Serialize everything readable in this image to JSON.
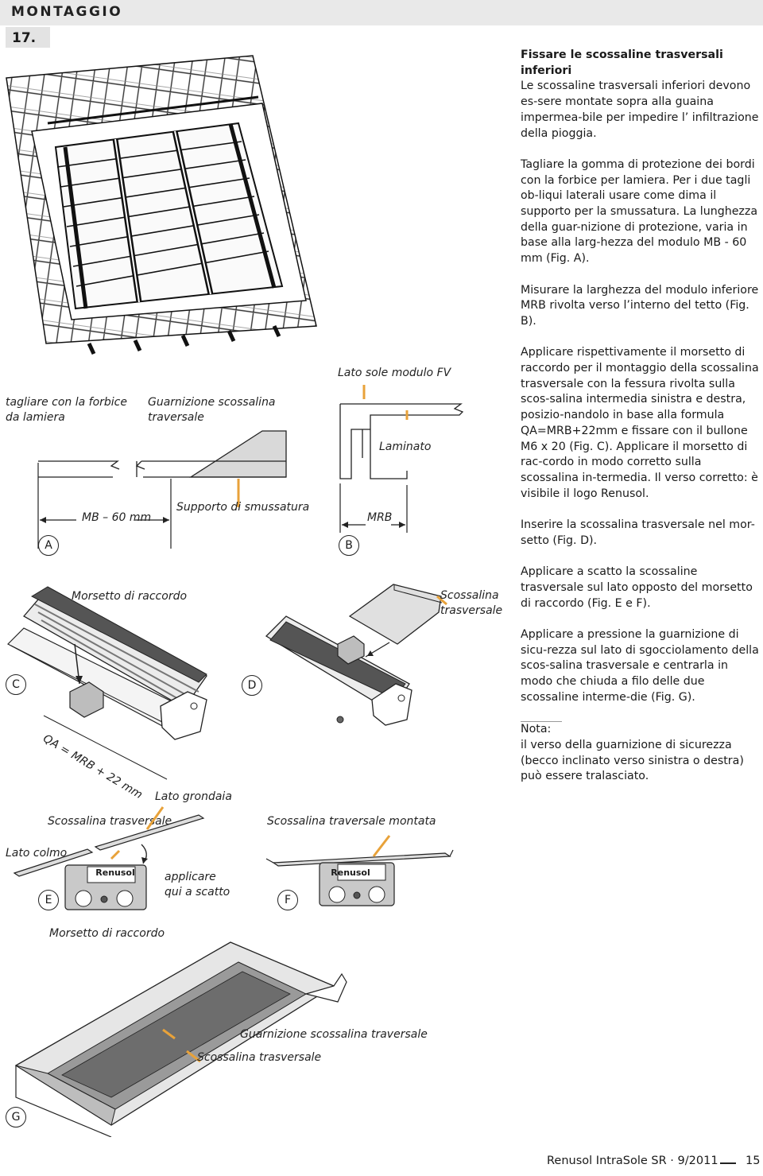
{
  "header": {
    "title": "MONTAGGIO",
    "step": "17."
  },
  "instructions": {
    "heading": "Fissare le scossaline trasversali inferiori",
    "p1": "Le scossaline trasversali inferiori devono es-sere montate sopra alla guaina impermea-bile per impedire l’ infiltrazione della pioggia.",
    "p2": "Tagliare la gomma di protezione dei bordi con la forbice per lamiera. Per i due tagli ob-liqui laterali usare come dima il supporto per la smussatura. La lunghezza della guar-nizione di protezione, varia in base alla larg-hezza del modulo MB - 60 mm (Fig. A).",
    "p3": "Misurare la larghezza del modulo inferiore MRB rivolta verso l’interno del tetto (Fig. B).",
    "p4": "Applicare rispettivamente il morsetto di raccordo per il montaggio della scossalina trasversale con la fessura rivolta sulla scos-salina intermedia sinistra e destra, posizio-nandolo in base alla formula QA=MRB+22mm e fissare con il bullone M6 x 20 (Fig. C). Applicare il morsetto di rac-cordo in modo corretto sulla scossalina in-termedia. Il verso corretto: è visibile il logo Renusol.",
    "p5": "Inserire la scossalina trasversale nel mor-setto (Fig. D).",
    "p6": "Applicare a scatto la scossaline trasversale sul lato opposto del morsetto di raccordo (Fig. E e F).",
    "p7": "Applicare a pressione la guarnizione di sicu-rezza sul lato di sgocciolamento della scos-salina trasversale e centrarla in modo che chiuda a filo delle due scossaline interme-die (Fig. G).",
    "note_title": "Nota:",
    "note_text": "il verso della guarnizione di sicurezza (becco inclinato verso sinistra o destra) può essere tralasciato."
  },
  "figure_a": {
    "label": "A",
    "cut_label": "tagliare con la forbice da lamiera",
    "gasket_label": "Guarnizione scossalina traversale",
    "dimension_label": "MB – 60 mm",
    "support_label": "Supporto di smussatura"
  },
  "figure_b": {
    "label": "B",
    "sun_side_label": "Lato sole modulo FV",
    "laminate_label": "Laminato",
    "mrb_label": "MRB"
  },
  "figure_c": {
    "label": "C",
    "clamp_label": "Morsetto di raccordo",
    "formula_label": "QA = MRB + 22 mm"
  },
  "figure_d": {
    "label": "D",
    "flashing_label": "Scossalina trasversale"
  },
  "figure_e": {
    "label": "E",
    "eaves_label": "Lato grondaia",
    "flashing_label": "Scossalina trasversale",
    "ridge_label": "Lato colmo",
    "snap_label": "applicare qui a scatto",
    "clamp_label": "Morsetto di raccordo",
    "logo_text": "Renusol"
  },
  "figure_f": {
    "label": "F",
    "mounted_label": "Scossalina traversale montata",
    "logo_text": "Renusol"
  },
  "figure_g": {
    "label": "G",
    "gasket_label": "Guarnizione scossalina traversale",
    "flashing_label": "Scossalina trasversale"
  },
  "footer": {
    "publication": "Renusol IntraSole SR · 9/2011",
    "page": "15"
  }
}
